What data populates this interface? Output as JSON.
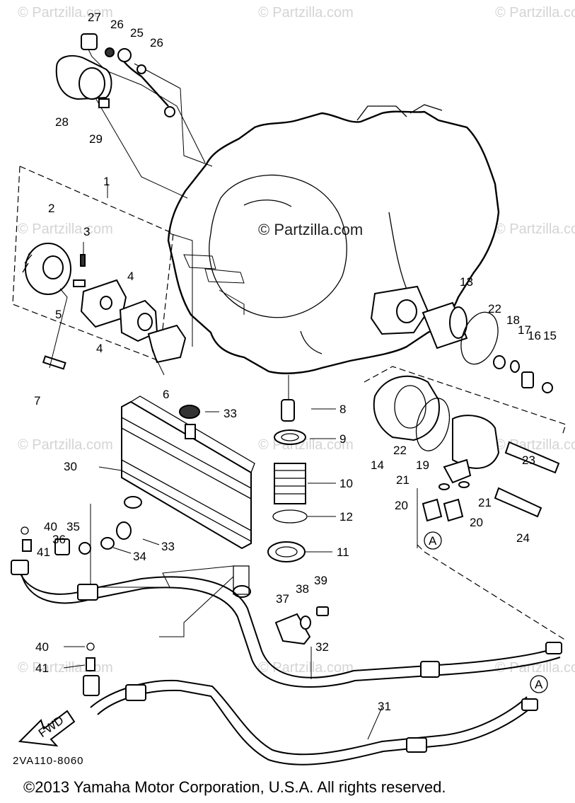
{
  "watermark": {
    "brand": "© Partzilla.com",
    "centered": "© Partzilla.com"
  },
  "diagram": {
    "part_code": "2VA110-8060",
    "direction_label": "FWD",
    "connector_letter": "A",
    "labels": {
      "n1": "1",
      "n2": "2",
      "n3": "3",
      "n4a": "4",
      "n4b": "4",
      "n5": "5",
      "n6": "6",
      "n7": "7",
      "n8": "8",
      "n9": "9",
      "n10": "10",
      "n11": "11",
      "n12": "12",
      "n13": "13",
      "n14": "14",
      "n15": "15",
      "n16": "16",
      "n17": "17",
      "n18": "18",
      "n19": "19",
      "n20a": "20",
      "n20b": "20",
      "n21a": "21",
      "n21b": "21",
      "n22a": "22",
      "n22b": "22",
      "n23": "23",
      "n24": "24",
      "n25": "25",
      "n26a": "26",
      "n26b": "26",
      "n27": "27",
      "n28": "28",
      "n29": "29",
      "n30": "30",
      "n31": "31",
      "n32": "32",
      "n33a": "33",
      "n33b": "33",
      "n34": "34",
      "n35": "35",
      "n36": "36",
      "n37": "37",
      "n38": "38",
      "n39": "39",
      "n40a": "40",
      "n40b": "40",
      "n41a": "41",
      "n41b": "41"
    }
  },
  "footer": {
    "copyright": "©2013  Yamaha Motor Corporation, U.S.A. All rights reserved."
  }
}
